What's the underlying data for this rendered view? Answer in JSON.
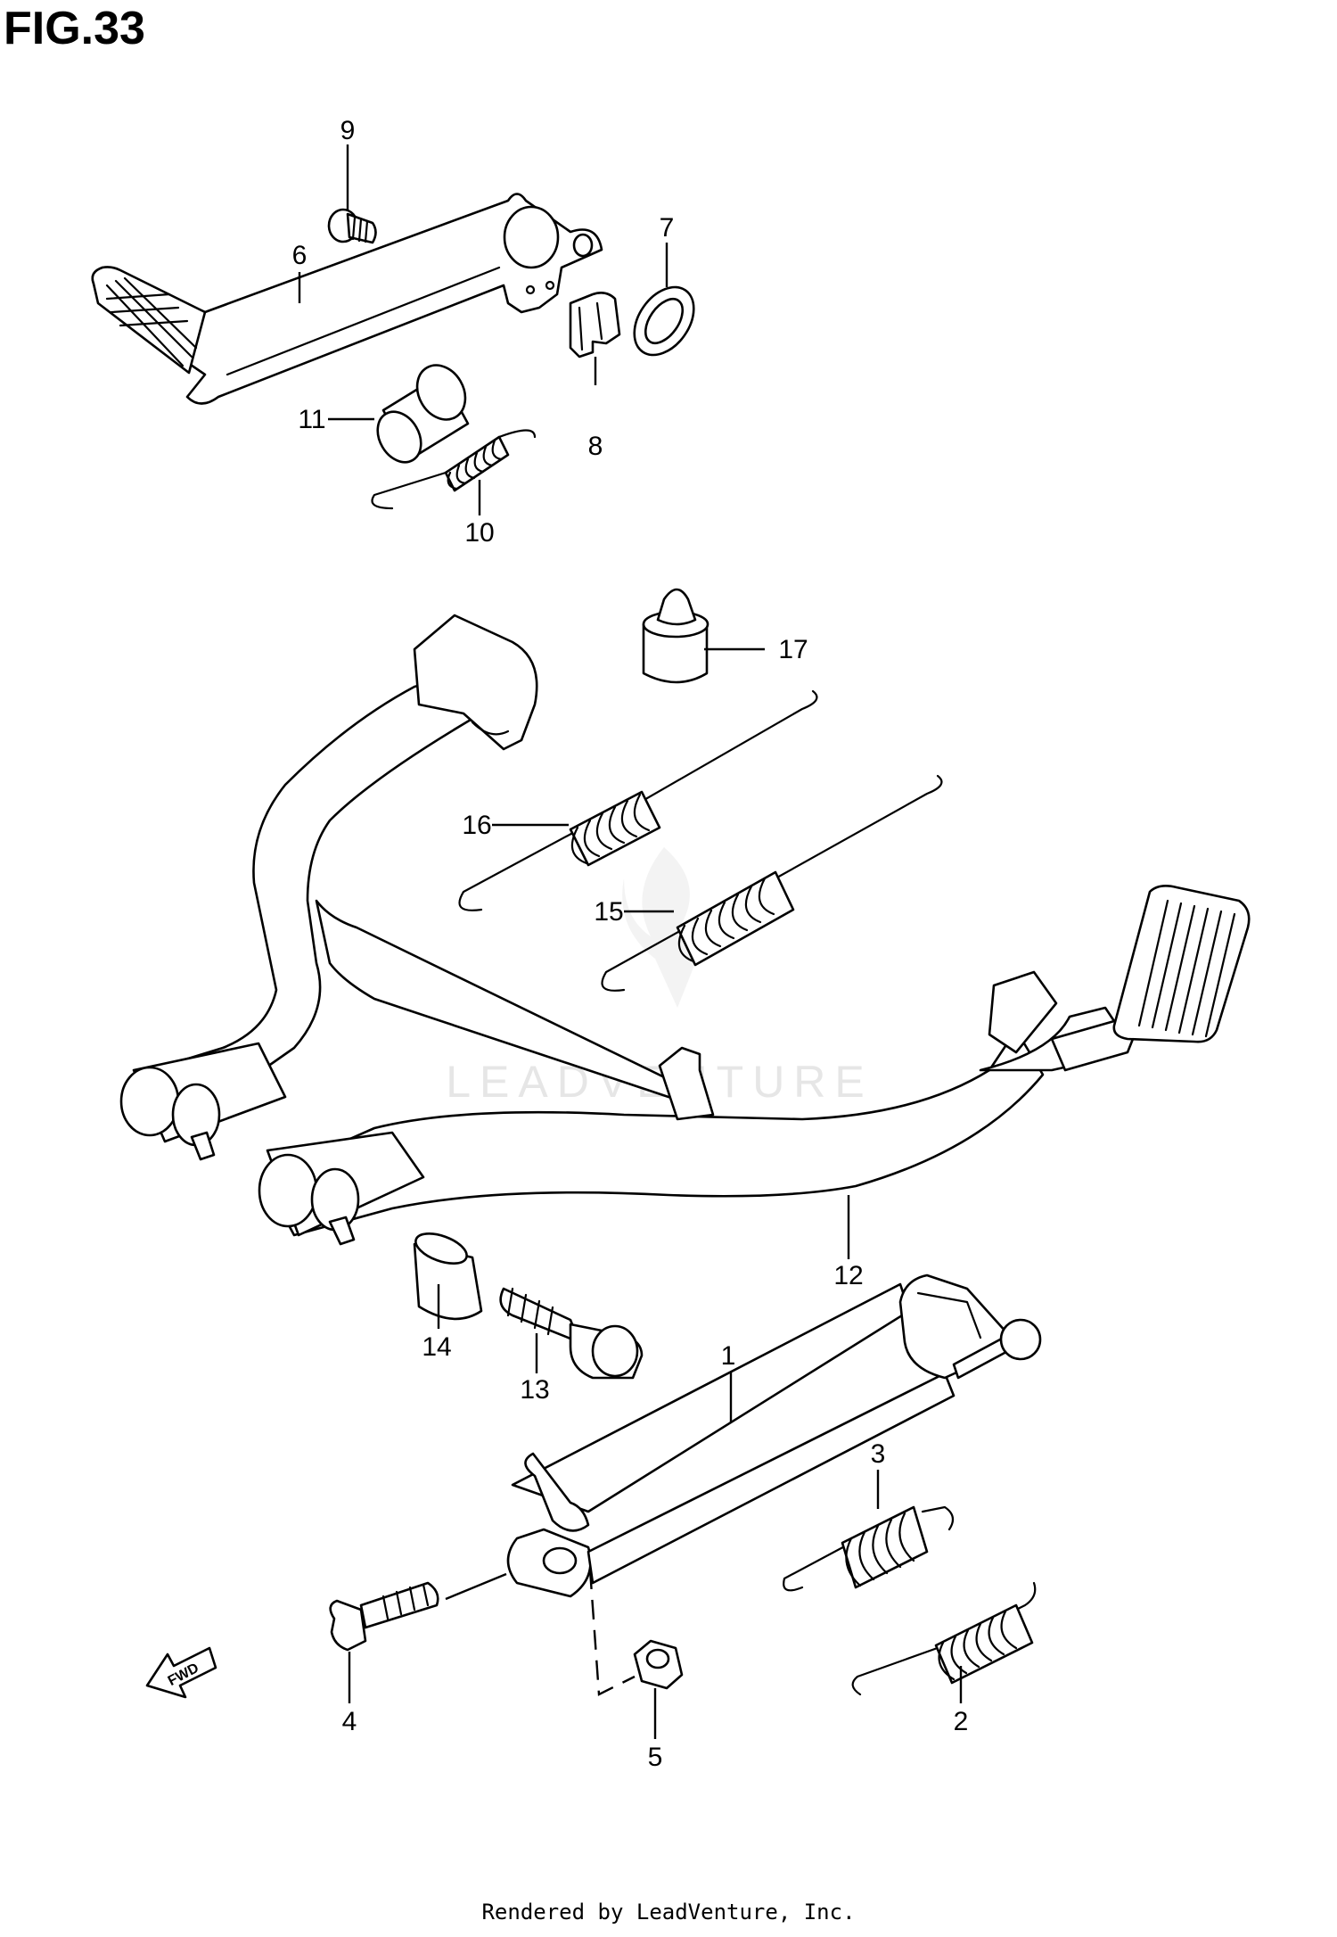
{
  "figure_title": "FIG.33",
  "footer_text": "Rendered by LeadVenture, Inc.",
  "watermark_text": "LEADVENTURE",
  "fwd_label": "FWD",
  "callouts": {
    "c1": "1",
    "c2": "2",
    "c3": "3",
    "c4": "4",
    "c5": "5",
    "c6": "6",
    "c7": "7",
    "c8": "8",
    "c9": "9",
    "c10": "10",
    "c11": "11",
    "c12": "12",
    "c13": "13",
    "c14": "14",
    "c15": "15",
    "c16": "16",
    "c17": "17"
  }
}
